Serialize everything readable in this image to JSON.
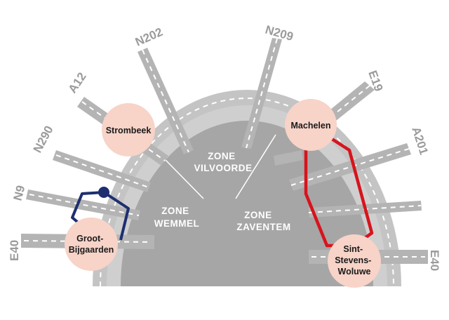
{
  "road_labels": {
    "e40_west": "E40",
    "n9": "N9",
    "n290": "N290",
    "a12": "A12",
    "n202": "N202",
    "n209": "N209",
    "e19": "E19",
    "a201": "A201",
    "e40_east": "E40"
  },
  "zones": {
    "vilvoorde": [
      "ZONE",
      "VILVOORDE"
    ],
    "wemmel": [
      "ZONE",
      "WEMMEL"
    ],
    "zaventem": [
      "ZONE",
      "ZAVENTEM"
    ]
  },
  "nodes": {
    "strombeek": [
      "Strombeek"
    ],
    "machelen": [
      "Machelen"
    ],
    "groot_bijgaarden": [
      "Groot-",
      "Bijgaarden"
    ],
    "sint_stevens_woluwe": [
      "Sint-",
      "Stevens-",
      "Woluwe"
    ]
  },
  "colors": {
    "ring_outer": "#c4c4c4",
    "ring_inner": "#cfcfcf",
    "center": "#a6a6a6",
    "road": "#b4b4b4",
    "node": "#f7d3c8",
    "west_route": "#1d2f6f",
    "east_route": "#d7141c"
  }
}
